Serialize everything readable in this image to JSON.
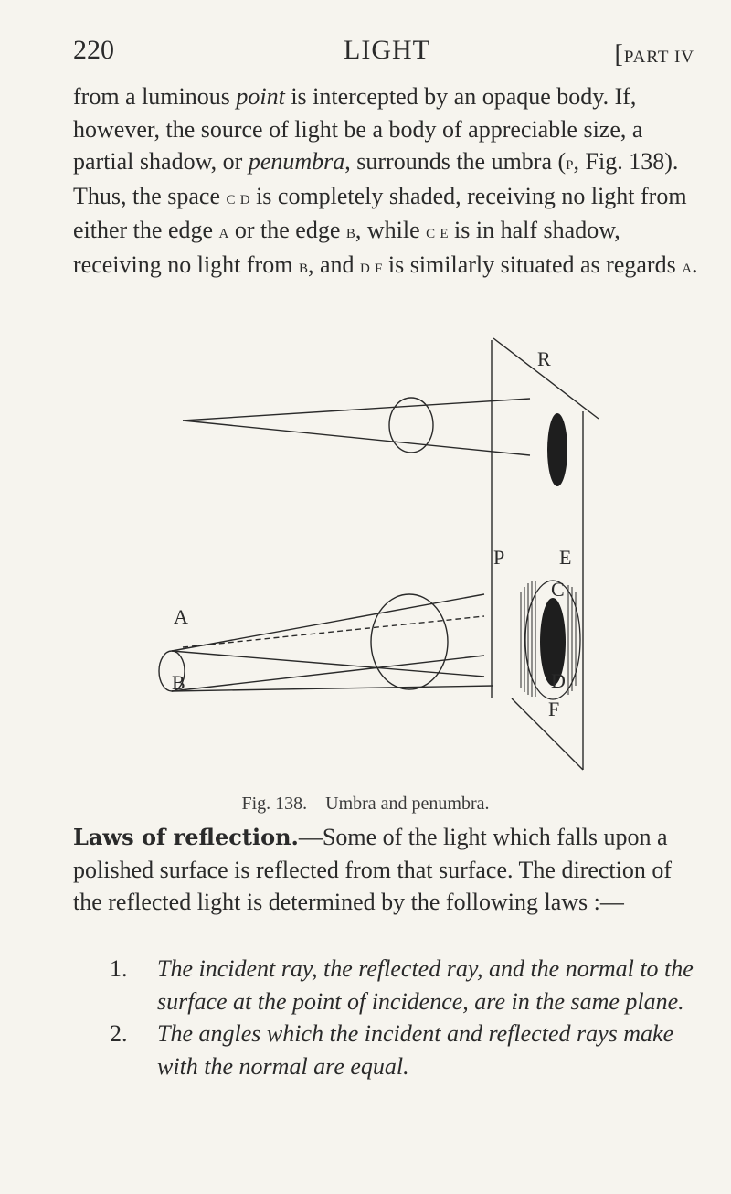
{
  "header": {
    "page_number": "220",
    "running_title": "LIGHT",
    "part": "PART IV"
  },
  "para1": {
    "s1": "from a luminous ",
    "s1_em": "point",
    "s2": " is intercepted by an opaque body. If, however, the source of light be a body of appreciable size, a partial shadow, or ",
    "s2_em": "penumbra",
    "s3": ", surrounds the umbra (",
    "s3_sc": "p",
    "s4": ", Fig. 138). Thus, the space ",
    "s4_sc": "c d",
    "s5": " is completely shaded, receiving no light from either the edge ",
    "s5_sc": "a",
    "s6": " or the edge ",
    "s6_sc": "b",
    "s7": ", while ",
    "s7_sc": "c e",
    "s8": " is in half shadow, receiving no light from ",
    "s8_sc": "b",
    "s9": ", and ",
    "s9_sc": "d f",
    "s10": " is similarly situated as regards ",
    "s10_sc": "a",
    "s11": "."
  },
  "figure": {
    "labels": {
      "R": "R",
      "P": "P",
      "E": "E",
      "A": "A",
      "B": "B",
      "F": "F",
      "C": "C",
      "D": "D"
    },
    "caption": "Fig. 138.—Umbra and penumbra."
  },
  "para2": {
    "heading": "Laws of reflection.",
    "text": "—Some of the light which falls upon a polished surface is reflected from that surface. The direction of the reflected light is determined by the following laws :—"
  },
  "laws": [
    {
      "num": "1.",
      "text": "The incident ray, the reflected ray, and the normal to the surface at the point of incidence, are in the same plane."
    },
    {
      "num": "2.",
      "text": "The angles which the incident and reflected rays make with the normal are equal."
    }
  ]
}
